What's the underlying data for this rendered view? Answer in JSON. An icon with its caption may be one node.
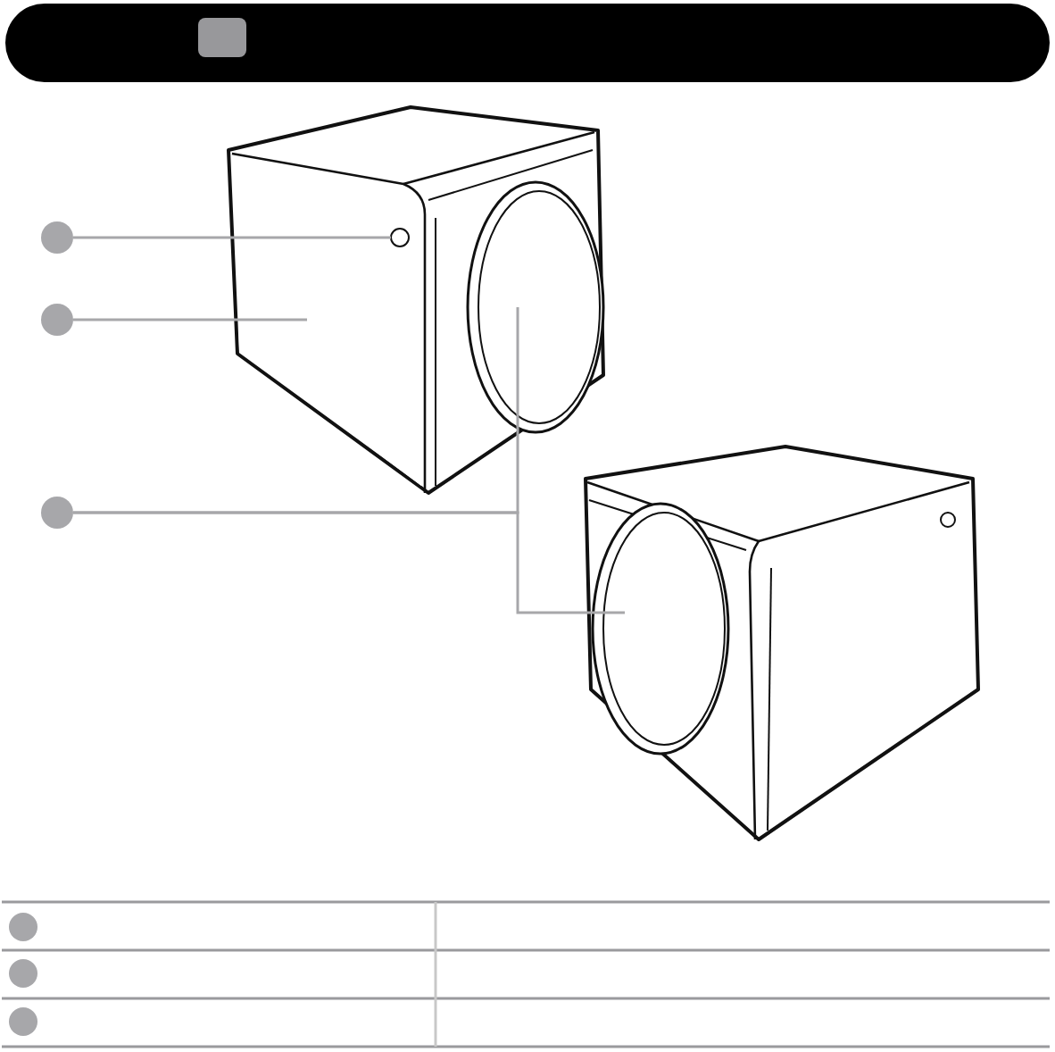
{
  "diagram": {
    "nodes": [
      {
        "text": [],
        "shape": "circle"
      },
      {
        "text": [],
        "shape": "circle"
      },
      {
        "text": [],
        "shape": "circle"
      },
      {
        "text": [],
        "shape": "circle",
        "in": 4
      },
      {
        "text": [],
        "shape": "box"
      },
      {
        "text": [],
        "shape": "circle"
      },
      {
        "text": [],
        "shape": "circle"
      },
      {
        "text": [],
        "shape": "circle"
      },
      {
        "text": [],
        "shape": "circle"
      },
      {
        "text": [],
        "shape": "circle"
      }
    ],
    "edges": [
      {
        "from": 0,
        "to": 3,
        "arrow": "none"
      },
      {
        "from": 1,
        "to": 4,
        "arrow": "none"
      },
      {
        "from": 2,
        "to": 5,
        "arrow": "none"
      },
      {
        "from": 2,
        "to": 6,
        "arrow": "none"
      }
    ]
  }
}
